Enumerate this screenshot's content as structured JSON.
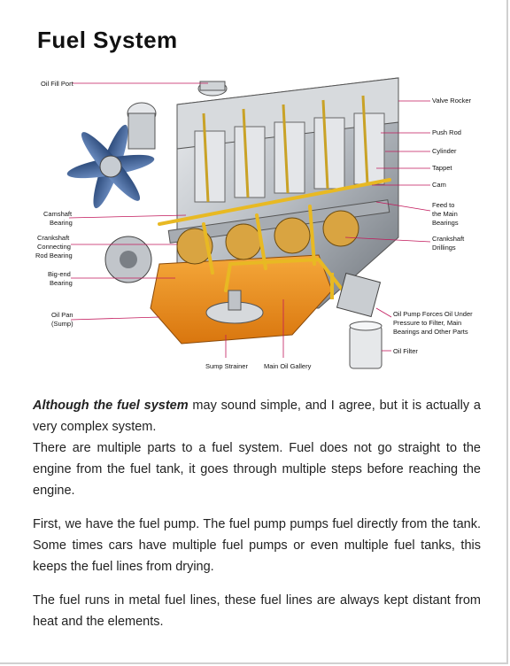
{
  "title": "Fuel System",
  "diagram": {
    "labels": {
      "oil_fill_port": "Oil Fill Port",
      "valve_rocker": "Valve Rocker",
      "push_rod": "Push Rod",
      "cylinder": "Cylinder",
      "tappet": "Tappet",
      "cam": "Cam",
      "feed_1": "Feed to",
      "feed_2": "the Main",
      "feed_3": "Bearings",
      "camshaft_1": "Camshaft",
      "camshaft_2": "Bearing",
      "crankshaft_rod_1": "Crankshaft",
      "crankshaft_rod_2": "Connecting",
      "crankshaft_rod_3": "Rod Bearing",
      "crankshaft_drill_1": "Crankshaft",
      "crankshaft_drill_2": "Drillings",
      "bigend_1": "Big-end",
      "bigend_2": "Bearing",
      "oilpan_1": "Oil Pan",
      "oilpan_2": "(Sump)",
      "oilpump_1": "Oil Pump Forces Oil Under",
      "oilpump_2": "Pressure to Filter, Main",
      "oilpump_3": "Bearings and Other Parts",
      "oil_filter": "Oil Filter",
      "sump_strainer": "Sump Strainer",
      "main_oil_gallery": "Main Oil Gallery"
    }
  },
  "body": {
    "p1_lead": "Although the fuel system",
    "p1_rest": " may sound simple, and I agree, but it is actually a very complex system.",
    "p2": "There are multiple parts to a fuel system. Fuel does not go straight to the engine from the fuel tank, it goes through multiple steps before reaching the engine.",
    "p3": "First, we have the fuel pump. The fuel pump pumps fuel directly from the tank. Some times cars have multiple fuel pumps or even multiple fuel tanks, this keeps the fuel lines from drying.",
    "p4": "The fuel runs in metal fuel lines, these fuel lines are always kept distant from heat and the elements."
  },
  "colors": {
    "leader_line": "#c2185b",
    "oil": "#e8b923",
    "sump": "#e88a1a",
    "engine_metal": "#b9bec4",
    "fan": "#3a5a8c"
  }
}
